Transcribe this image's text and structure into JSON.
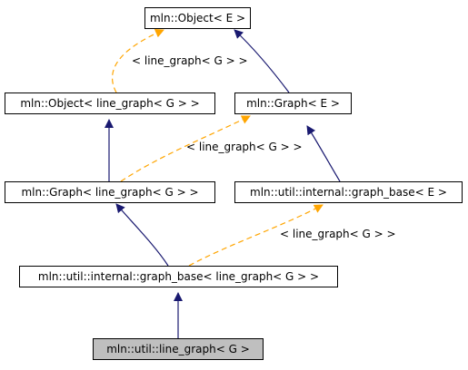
{
  "diagram": {
    "colors": {
      "inheritance": "#191970",
      "template": "#ffa500",
      "highlight_fill": "#bfbfbf"
    },
    "nodes": {
      "object_e": "mln::Object< E >",
      "object_lg": "mln::Object< line_graph< G > >",
      "graph_e": "mln::Graph< E >",
      "graph_lg": "mln::Graph< line_graph< G > >",
      "graph_base_e": "mln::util::internal::graph_base< E >",
      "graph_base_lg": "mln::util::internal::graph_base< line_graph< G > >",
      "line_graph": "mln::util::line_graph< G >"
    },
    "edge_labels": {
      "object_template": "< line_graph< G > >",
      "graph_template": "< line_graph< G > >",
      "graph_base_template": "< line_graph< G > >"
    }
  }
}
